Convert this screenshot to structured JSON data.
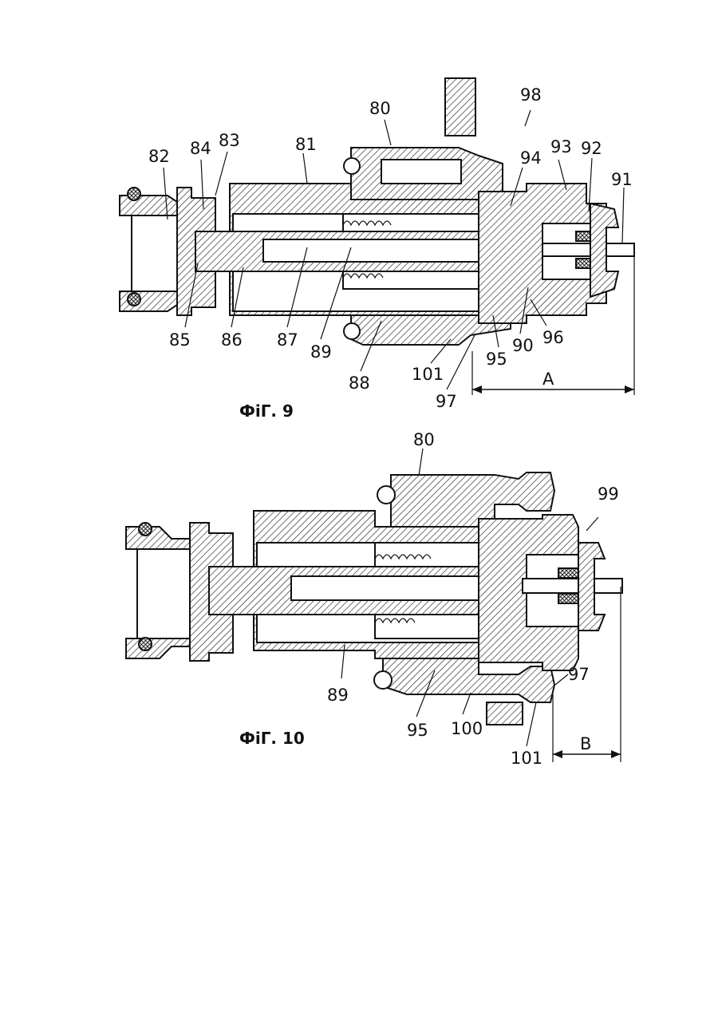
{
  "figures": [
    {
      "caption": "ФіГ. 9",
      "dimension": "A",
      "labels": {
        "l80": "80",
        "l81": "81",
        "l82": "82",
        "l83": "83",
        "l84": "84",
        "l85": "85",
        "l86": "86",
        "l87": "87",
        "l88": "88",
        "l89": "89",
        "l90": "90",
        "l91": "91",
        "l92": "92",
        "l93": "93",
        "l94": "94",
        "l95": "95",
        "l96": "96",
        "l97": "97",
        "l98": "98",
        "l101": "101"
      }
    },
    {
      "caption": "ФіГ. 10",
      "dimension": "B",
      "labels": {
        "l80": "80",
        "l89": "89",
        "l95": "95",
        "l97": "97",
        "l99": "99",
        "l100": "100",
        "l101": "101"
      }
    }
  ]
}
